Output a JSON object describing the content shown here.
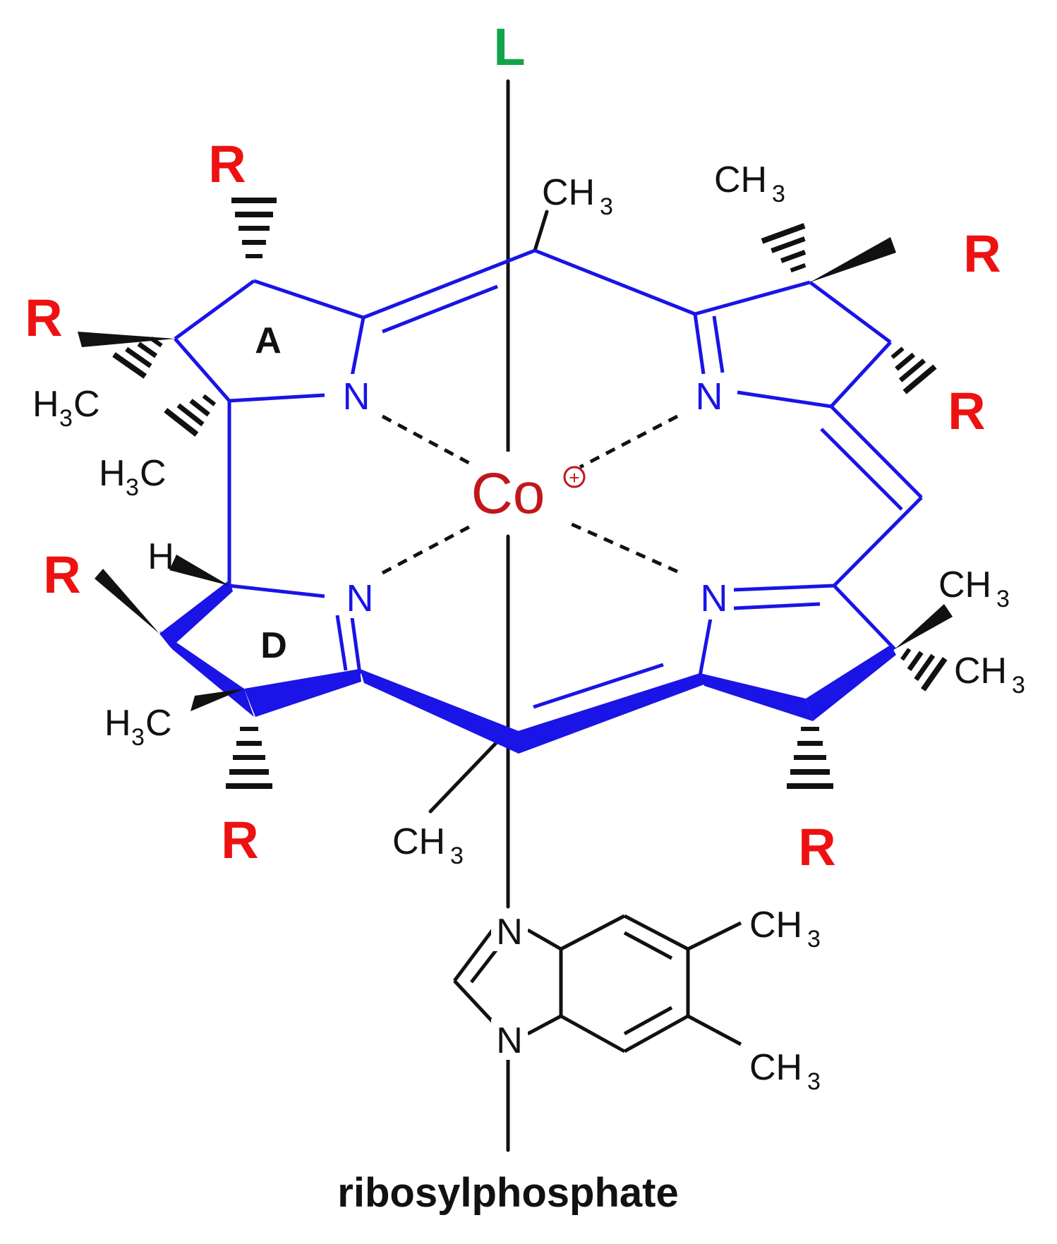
{
  "labels": {
    "axial_top": "L",
    "metal": "Co",
    "metal_charge": "+",
    "ring_a": "A",
    "ring_d": "D",
    "substituent_r": "R",
    "nitrogen": "N",
    "hydrogen": "H",
    "methyl_main": "CH",
    "methyl_sub": "3",
    "h3c_h": "H",
    "h3c_sub": "3",
    "h3c_c": "C",
    "bottom_ligand": "ribosylphosphate"
  },
  "colors": {
    "corrin_bonds": "#1a14e6",
    "r_groups": "#ee1111",
    "axial_ligand": "#13a34b",
    "cobalt": "#c0171b",
    "black_bonds": "#111111"
  }
}
